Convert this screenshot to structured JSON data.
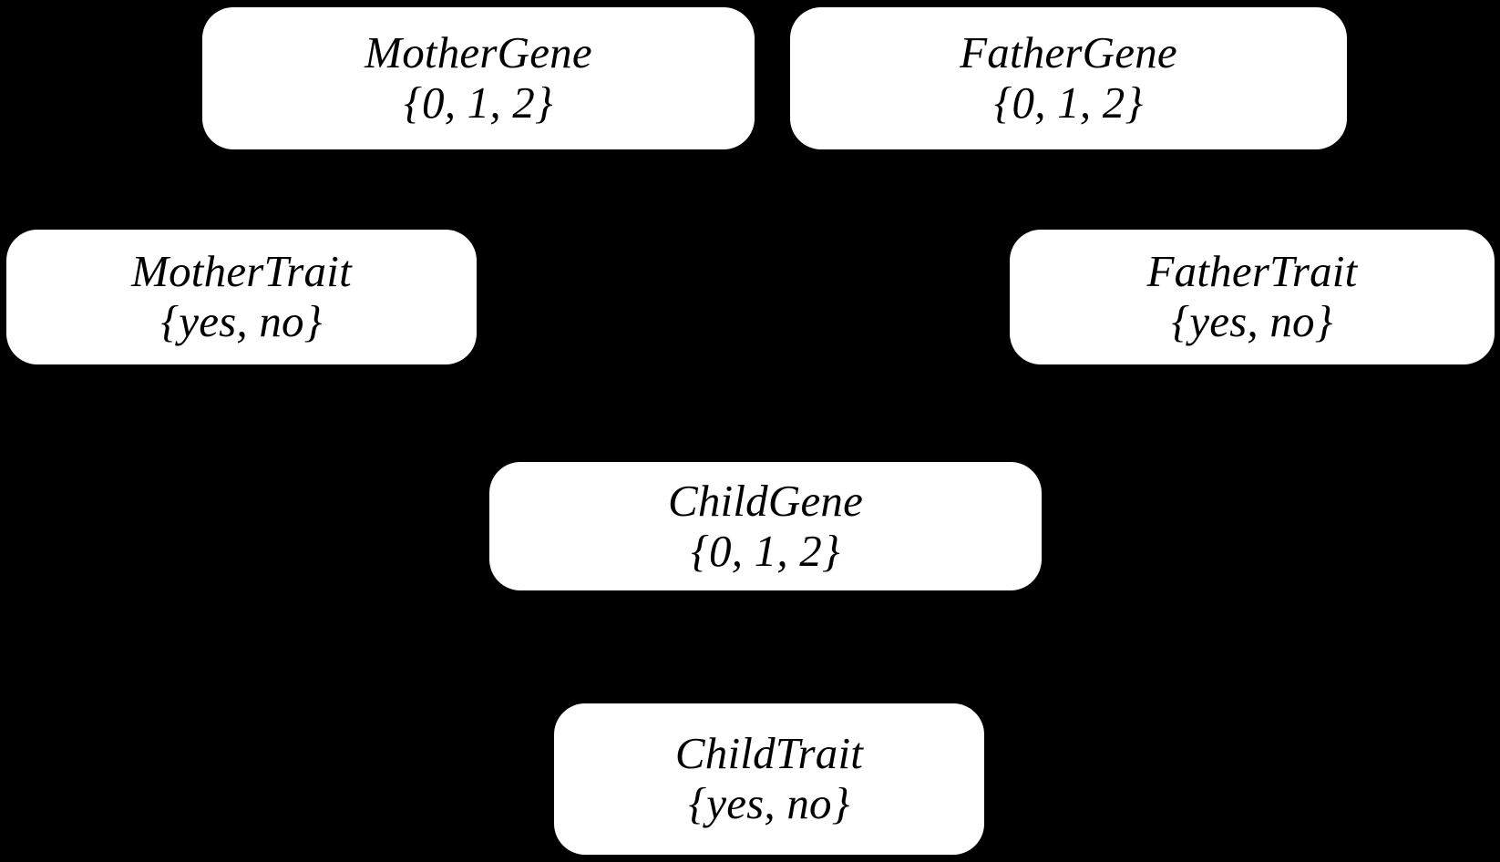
{
  "diagram": {
    "background_color": "#000000",
    "node_fill_color": "#ffffff",
    "node_text_color": "#000000",
    "nodes": [
      {
        "id": "mother-gene",
        "title": "MotherGene",
        "domain": "{0, 1, 2}"
      },
      {
        "id": "father-gene",
        "title": "FatherGene",
        "domain": "{0, 1, 2}"
      },
      {
        "id": "mother-trait",
        "title": "MotherTrait",
        "domain": "{yes, no}"
      },
      {
        "id": "father-trait",
        "title": "FatherTrait",
        "domain": "{yes, no}"
      },
      {
        "id": "child-gene",
        "title": "ChildGene",
        "domain": "{0, 1, 2}"
      },
      {
        "id": "child-trait",
        "title": "ChildTrait",
        "domain": "{yes, no}"
      }
    ]
  }
}
